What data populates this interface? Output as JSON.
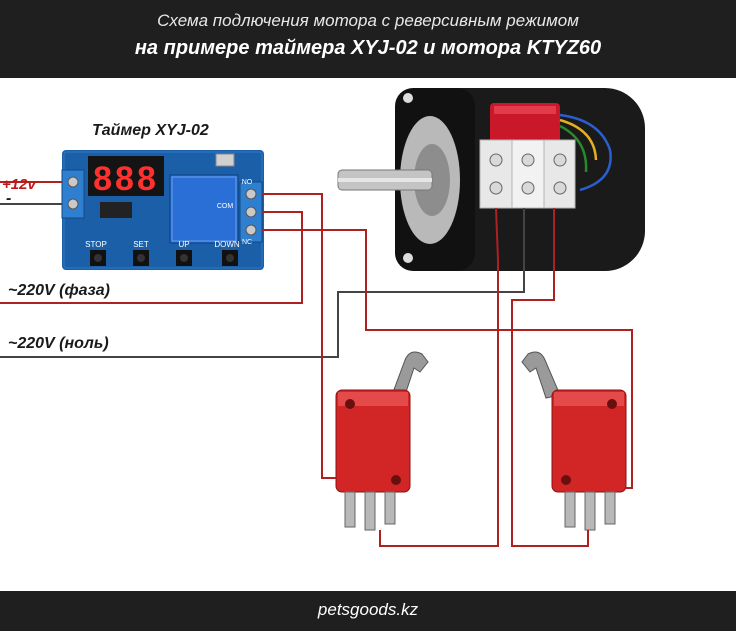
{
  "header": {
    "line1": "Схема подлючения мотора с реверсивным режимом",
    "line2": "на примере таймера XYJ-02 и мотора KTYZ60"
  },
  "timer": {
    "title": "Таймер XYJ-02",
    "display": "888",
    "buttons": [
      "STOP",
      "SET",
      "UP",
      "DOWN"
    ],
    "relay_terminals": [
      "NO",
      "COM",
      "NC"
    ]
  },
  "inputs": {
    "plus": "+12v",
    "minus": "-",
    "phase": "~220V (фаза)",
    "neutral": "~220V (ноль)"
  },
  "footer": {
    "site": "petsgoods.kz"
  },
  "colors": {
    "bar": "#1f1f1f",
    "wire_red": "#b02020",
    "wire_gray": "#444444",
    "board_blue": "#1b5fa8",
    "switch_red": "#d22525"
  }
}
